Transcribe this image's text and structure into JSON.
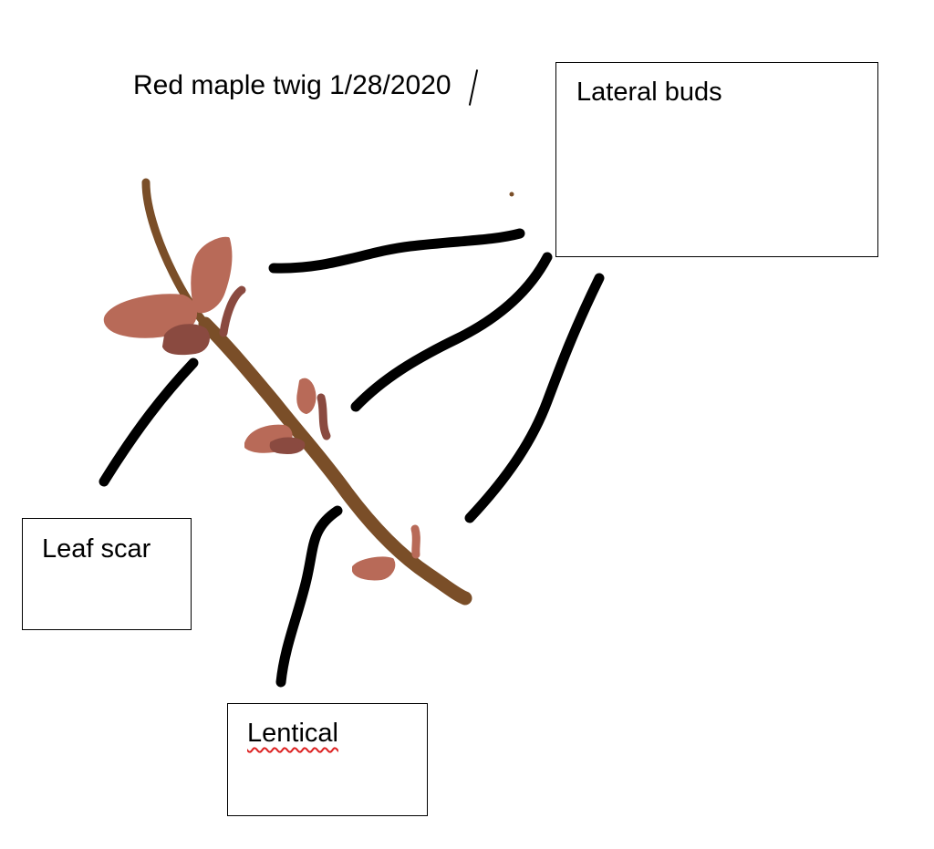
{
  "title": "Red maple twig 1/28/2020",
  "labels": {
    "lateral_buds": "Lateral buds",
    "leaf_scar": "Leaf scar",
    "lentical": "Lentical"
  },
  "colors": {
    "twig": "#7a4e28",
    "bud": "#b86a58",
    "bud_dark": "#8a4a40",
    "pointer": "#000000",
    "spellcheck": "#dd2222"
  }
}
